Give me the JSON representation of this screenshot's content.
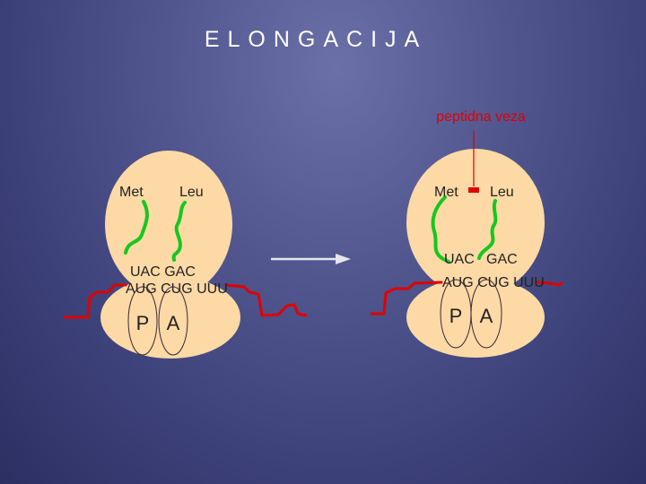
{
  "title": "ELONGACIJA",
  "annotation": "peptidna  veza",
  "left_panel": {
    "trna_p_amino": "Met",
    "trna_a_amino": "Leu",
    "anticodons": "UAC GAC",
    "codons": "AUG CUG UUU",
    "site_p": "P",
    "site_a": "A"
  },
  "right_panel": {
    "trna_p_amino": "Met",
    "trna_a_amino": "Leu",
    "anticodon_p": "UAC",
    "anticodon_a": "GAC",
    "codons": "AUG CUG UUU",
    "site_p": "P",
    "site_a": "A"
  },
  "colors": {
    "ribosome": "#fdd9a6",
    "mrna": "#e00000",
    "trna": "#14c81e",
    "bond": "#e00000",
    "arrow": "#e6e6ef",
    "title": "#ffffff",
    "annotation": "#e00000"
  }
}
